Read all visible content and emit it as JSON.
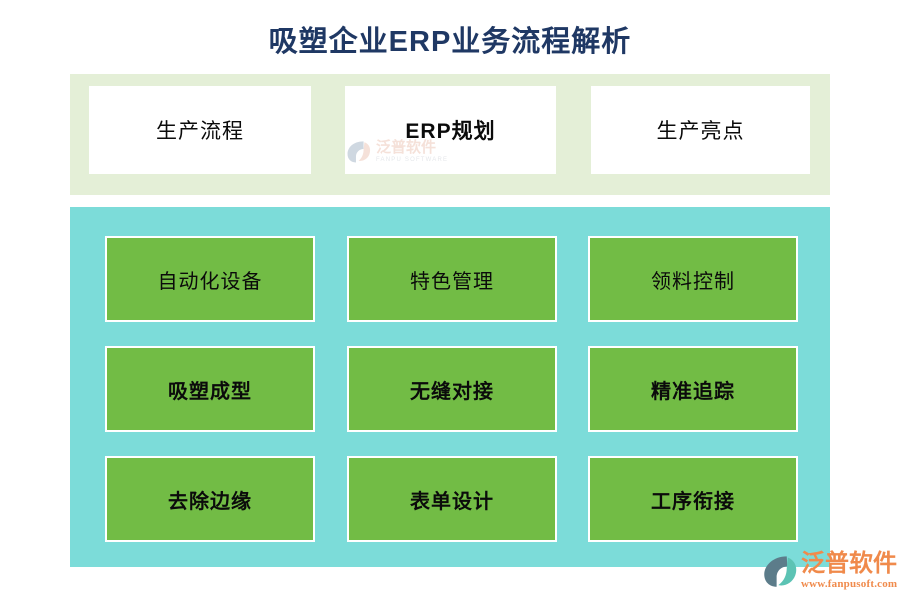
{
  "page": {
    "title": "吸塑企业ERP业务流程解析",
    "title_color": "#1F3864",
    "background": "#FFFFFF"
  },
  "top_panel": {
    "background": "#E4EFD7",
    "cards": [
      {
        "label": "生产流程",
        "style": "regular",
        "background": "#FFFFFF"
      },
      {
        "label": "ERP规划",
        "style": "bold",
        "background": "#FFFFFF"
      },
      {
        "label": "生产亮点",
        "style": "regular",
        "background": "#FFFFFF"
      }
    ]
  },
  "grid_panel": {
    "background": "#7CDCD9",
    "card_background": "#72BC45",
    "card_border": "#FFFFFF",
    "rows": [
      {
        "cards": [
          {
            "label": "自动化设备",
            "style": "regular"
          },
          {
            "label": "特色管理",
            "style": "regular"
          },
          {
            "label": "领料控制",
            "style": "regular"
          }
        ]
      },
      {
        "cards": [
          {
            "label": "吸塑成型",
            "style": "bold"
          },
          {
            "label": "无缝对接",
            "style": "bold"
          },
          {
            "label": "精准追踪",
            "style": "bold"
          }
        ]
      },
      {
        "cards": [
          {
            "label": "去除边缘",
            "style": "bold"
          },
          {
            "label": "表单设计",
            "style": "bold"
          },
          {
            "label": "工序衔接",
            "style": "bold"
          }
        ]
      }
    ]
  },
  "watermark_top": {
    "icon": "fanpu-leaf-logo-icon",
    "name_cn": "泛普软件",
    "name_en": "FANPU SOFTWARE",
    "cn_color": "#E8B9A6",
    "en_color": "#BFC6CE"
  },
  "brand_logo": {
    "icon": "fanpu-leaf-logo-icon",
    "name_cn": "泛普软件",
    "url": "www.fanpusoft.com",
    "text_color": "#F08A4B",
    "mark_color": "#4FB9B3"
  }
}
